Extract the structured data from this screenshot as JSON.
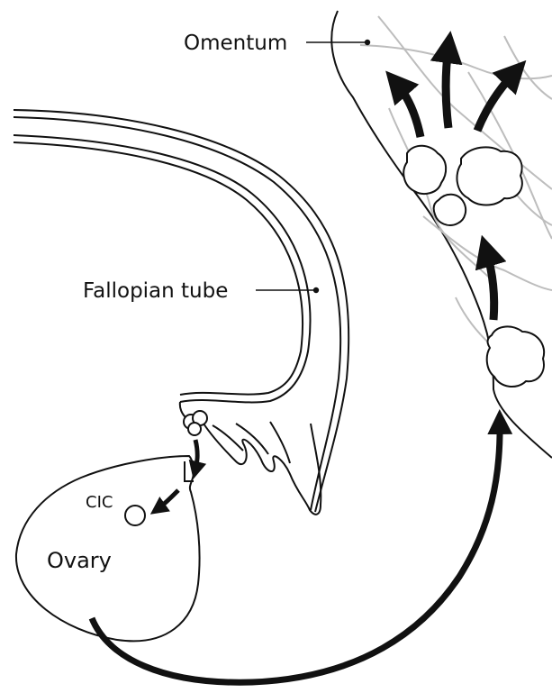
{
  "labels": {
    "omentum": "Omentum",
    "fallopian_tube": "Fallopian tube",
    "cic": "CIC",
    "ovary": "Ovary"
  },
  "colors": {
    "line": "#111111",
    "vessel": "#bdbdbd",
    "background": "#ffffff"
  }
}
